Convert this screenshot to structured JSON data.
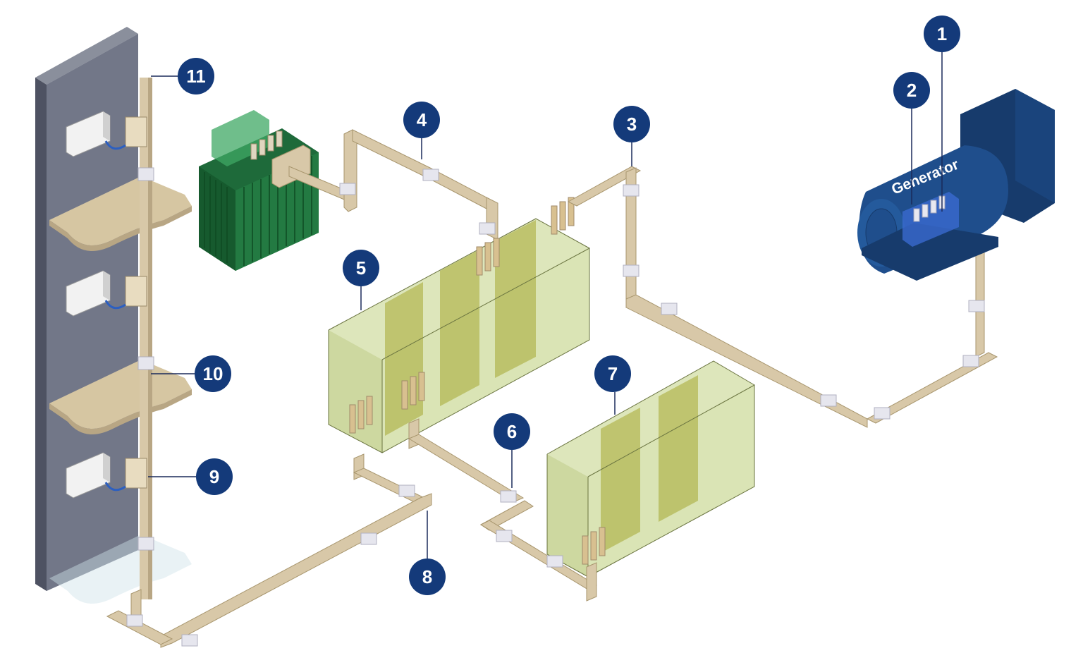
{
  "generator": {
    "label": "Generator"
  },
  "callouts": [
    {
      "id": "1",
      "label": "1"
    },
    {
      "id": "2",
      "label": "2"
    },
    {
      "id": "3",
      "label": "3"
    },
    {
      "id": "4",
      "label": "4"
    },
    {
      "id": "5",
      "label": "5"
    },
    {
      "id": "6",
      "label": "6"
    },
    {
      "id": "7",
      "label": "7"
    },
    {
      "id": "8",
      "label": "8"
    },
    {
      "id": "9",
      "label": "9"
    },
    {
      "id": "10",
      "label": "10"
    },
    {
      "id": "11",
      "label": "11"
    }
  ],
  "colors": {
    "callout_fill": "#143a7a",
    "busduct": "#d8c8a8",
    "busduct_dark": "#b8a684",
    "joint": "#e6e6ee",
    "wall": "#6e7384",
    "floor_slab": "#d6c6a2",
    "transformer": "#1e6a3a",
    "transformer_light": "#3fa864",
    "switchgear": "#c6d68e",
    "switchgear_dark": "#a6a832",
    "generator": "#1f4e8c",
    "generator_dark": "#173b6c",
    "meter_box": "#f2f2f2",
    "tapoff_box": "#e8dcc0"
  },
  "icons": [
    "generator-icon",
    "transformer-icon",
    "switchgear-icon",
    "busduct-icon",
    "wall-icon",
    "tapoff-box-icon",
    "meter-box-icon"
  ]
}
